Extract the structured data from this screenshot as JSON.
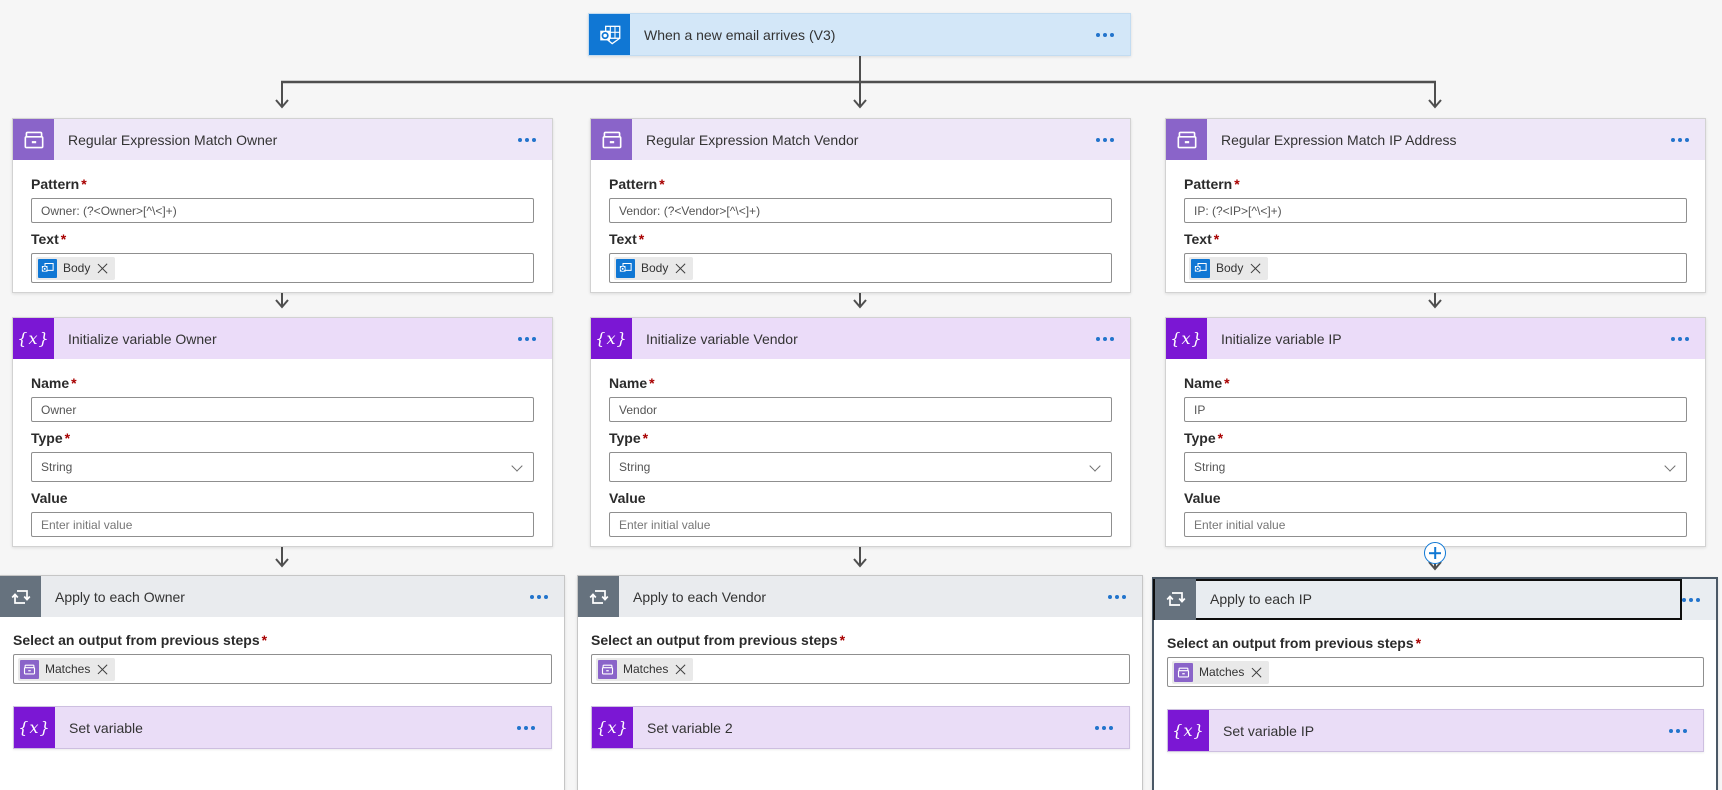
{
  "trigger": {
    "title": "When a new email arrives (V3)"
  },
  "field_labels": {
    "pattern": "Pattern",
    "text": "Text",
    "name": "Name",
    "type": "Type",
    "value": "Value",
    "required_mark": "*",
    "value_placeholder": "Enter initial value",
    "select_output": "Select an output from previous steps"
  },
  "tokens": {
    "body": "Body",
    "matches": "Matches"
  },
  "columns": [
    {
      "regex": {
        "title": "Regular Expression Match Owner",
        "pattern": "Owner: (?<Owner>[^\\<]+)"
      },
      "init": {
        "title": "Initialize variable Owner",
        "name_value": "Owner",
        "type_value": "String"
      },
      "apply": {
        "title": "Apply to each Owner",
        "selected": false,
        "set_variable_title": "Set variable"
      }
    },
    {
      "regex": {
        "title": "Regular Expression Match Vendor",
        "pattern": "Vendor: (?<Vendor>[^\\<]+)"
      },
      "init": {
        "title": "Initialize variable Vendor",
        "name_value": "Vendor",
        "type_value": "String"
      },
      "apply": {
        "title": "Apply to each Vendor",
        "selected": false,
        "set_variable_title": "Set variable 2"
      }
    },
    {
      "regex": {
        "title": "Regular Expression Match IP Address",
        "pattern": "IP: (?<IP>[^\\<]+)"
      },
      "init": {
        "title": "Initialize variable IP",
        "name_value": "IP",
        "type_value": "String"
      },
      "apply": {
        "title": "Apply to each IP",
        "selected": true,
        "set_variable_title": "Set variable IP"
      }
    }
  ],
  "colors": {
    "canvas_bg": "#f6f6f6",
    "outlook_blue": "#1077d4",
    "trigger_header": "#d3e7f8",
    "regex_purple": "#8a64c9",
    "regex_header": "#eee7f8",
    "variable_purple": "#7b17d4",
    "variable_header": "#ebdcf9",
    "setvar_header": "#eaddf7",
    "apply_gray_icon": "#66727e",
    "apply_header": "#e9ebee",
    "menu_dots_blue": "#2274cc",
    "connector_gray": "#4f4f4f",
    "required_red": "#a80000",
    "selected_border": "#0d0d0d"
  }
}
